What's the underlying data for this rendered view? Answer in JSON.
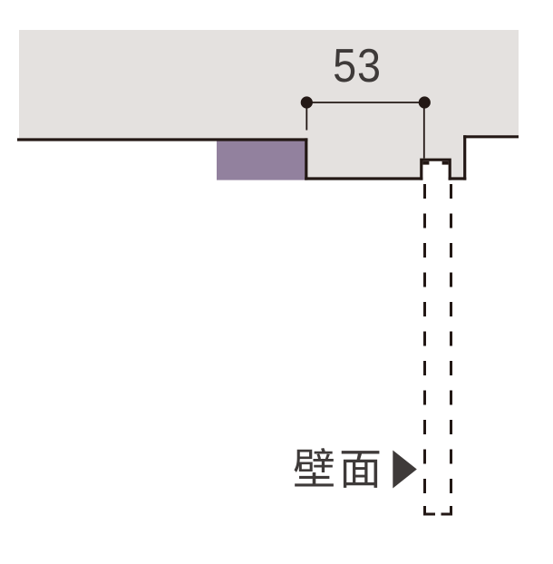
{
  "diagram": {
    "type": "ceiling-rail cross-section with wall-face reference",
    "dimension": {
      "value": "53"
    },
    "wall": {
      "label": "壁面"
    },
    "colors": {
      "background": "#ffffff",
      "panel": "#e4e1df",
      "accent": "#92819e",
      "outline": "#231815",
      "text": "#3e3a39"
    }
  }
}
